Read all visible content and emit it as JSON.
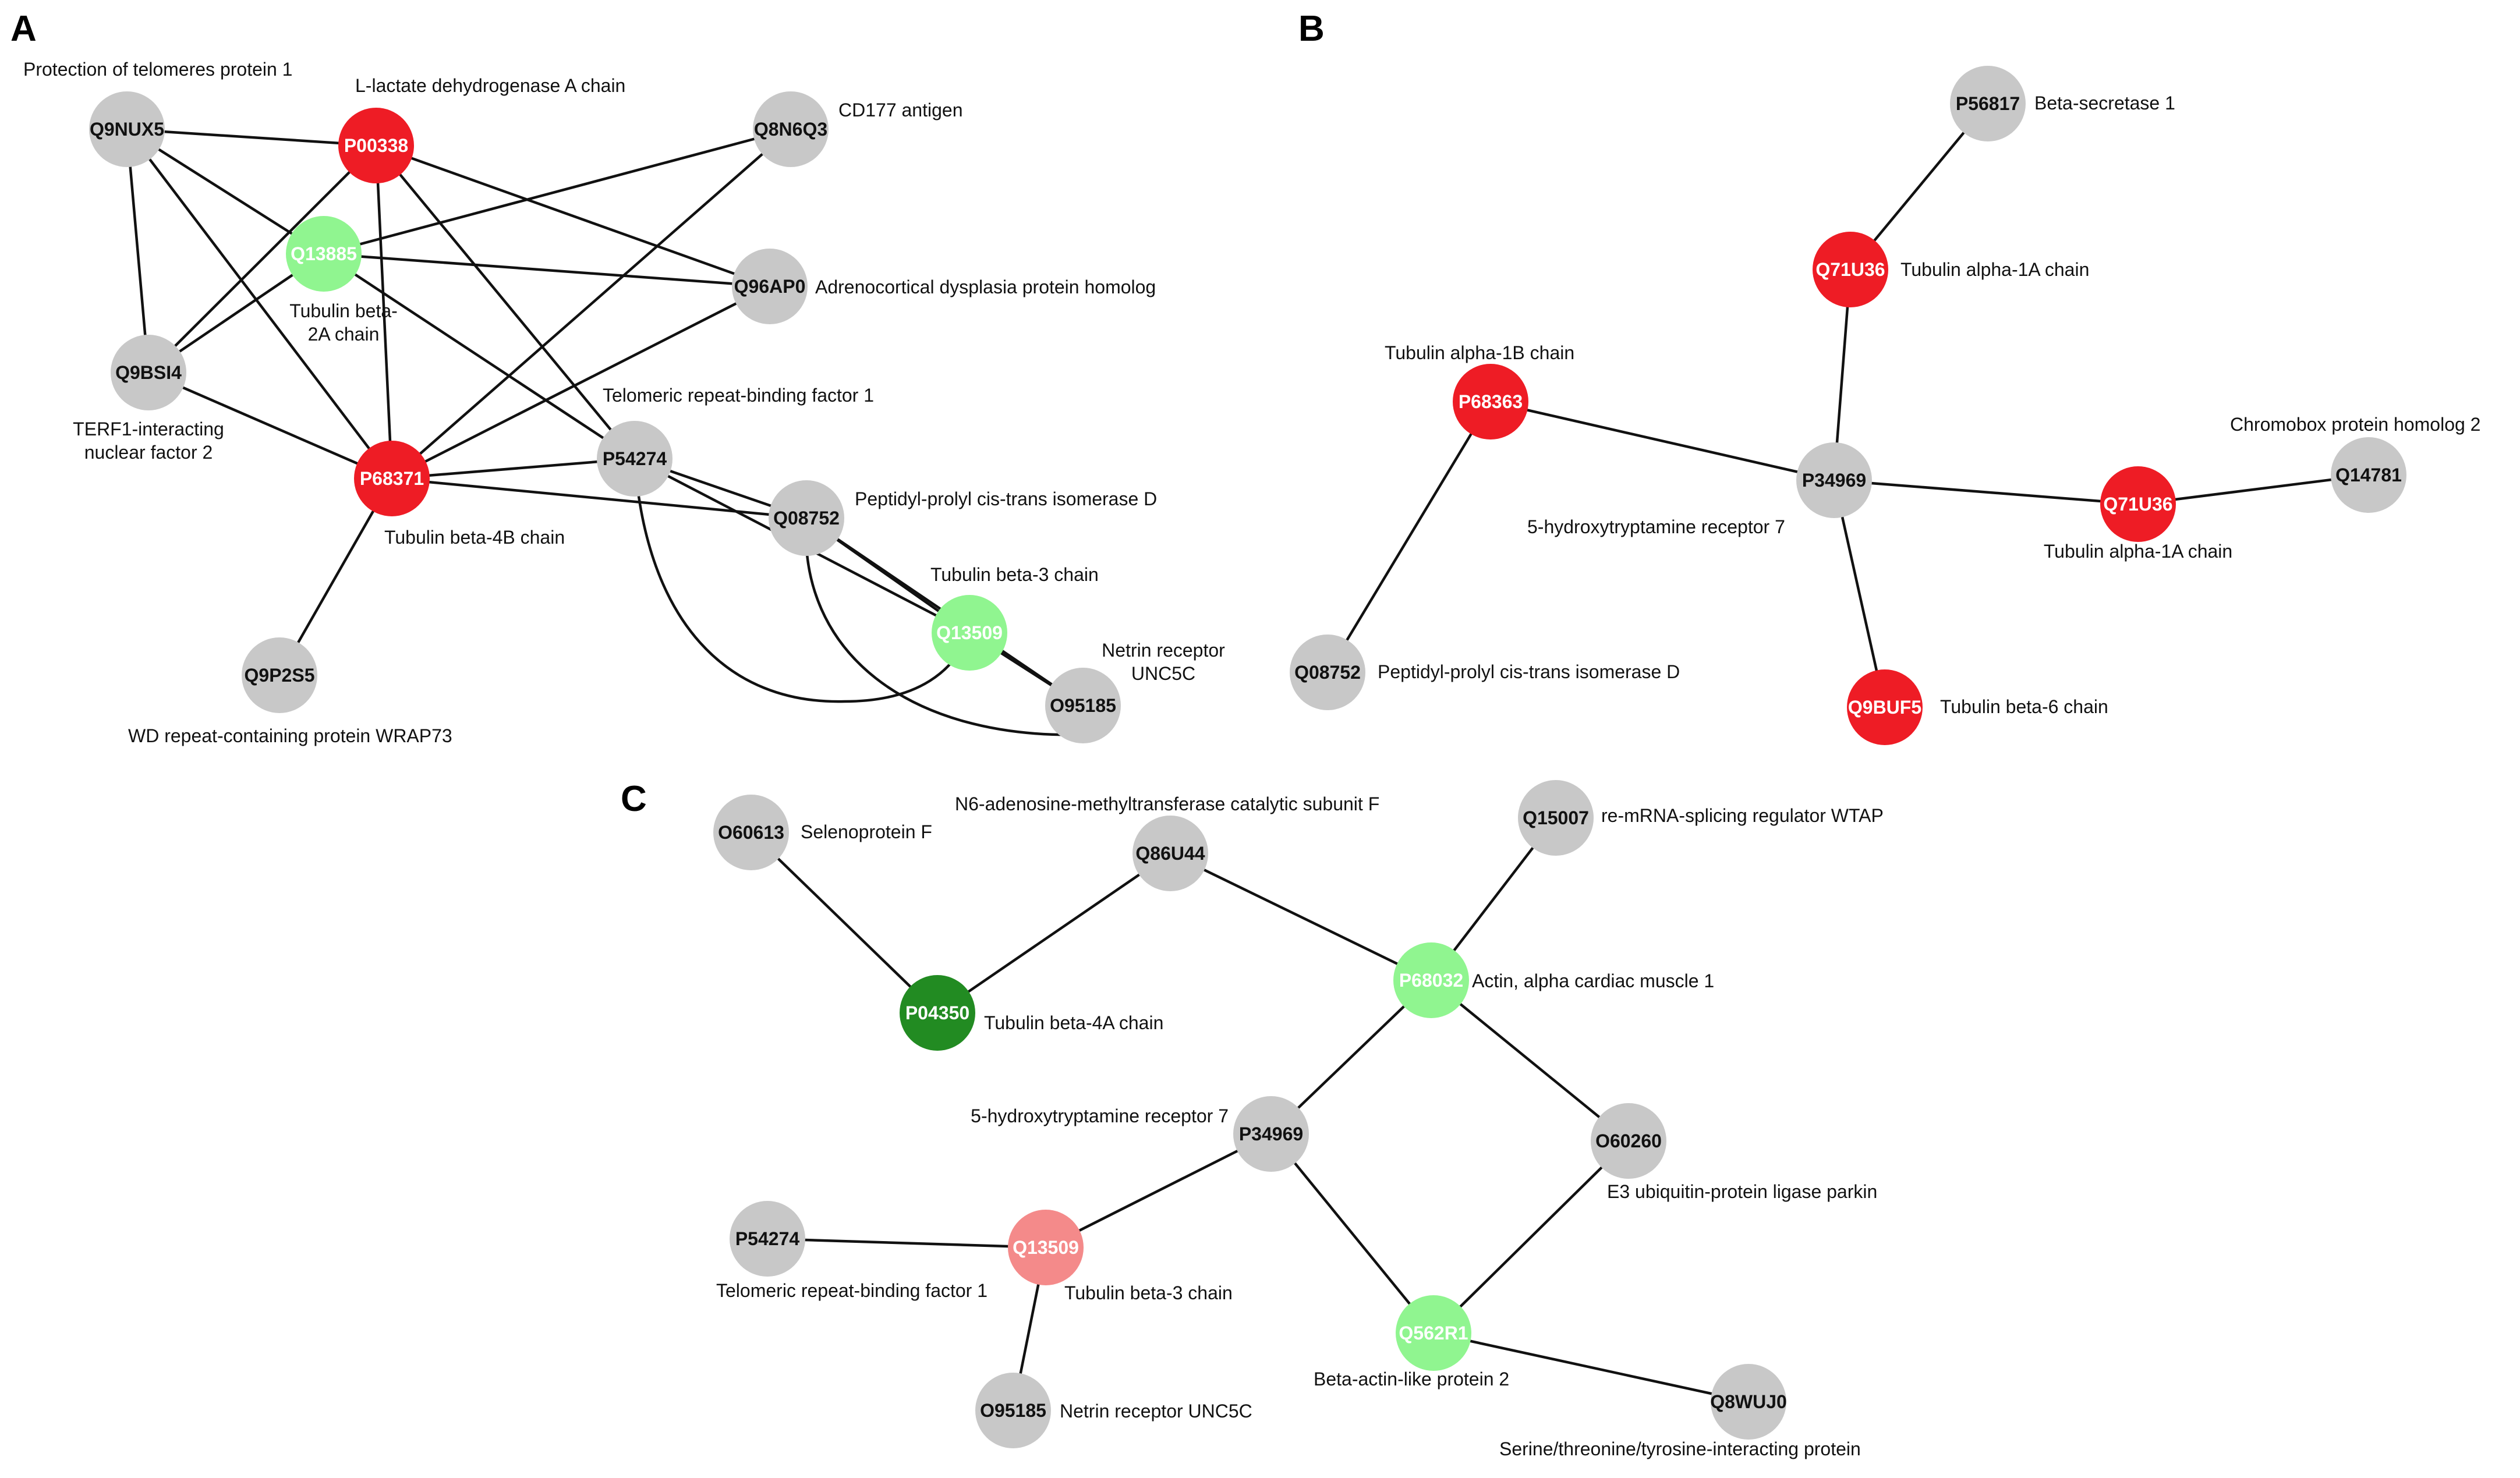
{
  "colors": {
    "red": "#ee1c25",
    "green_light": "#90f590",
    "green_dark": "#228b22",
    "pink": "#f48a8a",
    "grey": "#c8c8c8",
    "edge": "#111111"
  },
  "panels": [
    {
      "letter": "A",
      "nodes": [
        {
          "id": "Q9NUX5",
          "color": "grey",
          "label": [
            "Protection of telomeres protein 1"
          ]
        },
        {
          "id": "P00338",
          "color": "red",
          "label": [
            "L-lactate dehydrogenase A chain"
          ]
        },
        {
          "id": "Q8N6Q3",
          "color": "grey",
          "label": [
            "CD177 antigen"
          ]
        },
        {
          "id": "Q13885",
          "color": "green_light",
          "label": [
            "Tubulin beta-",
            "2A chain"
          ]
        },
        {
          "id": "Q96AP0",
          "color": "grey",
          "label": [
            "Adrenocortical dysplasia protein homolog"
          ]
        },
        {
          "id": "Q9BSI4",
          "color": "grey",
          "label": [
            "TERF1-interacting",
            "nuclear factor 2"
          ]
        },
        {
          "id": "P54274",
          "color": "grey",
          "label": [
            "Telomeric repeat-binding factor 1"
          ]
        },
        {
          "id": "P68371",
          "color": "red",
          "label": [
            "Tubulin beta-4B chain"
          ]
        },
        {
          "id": "Q08752",
          "color": "grey",
          "label": [
            "Peptidyl-prolyl cis-trans isomerase D"
          ]
        },
        {
          "id": "Q13509",
          "color": "green_light",
          "label": [
            "Tubulin beta-3 chain"
          ]
        },
        {
          "id": "O95185",
          "color": "grey",
          "label": [
            "Netrin receptor",
            "UNC5C"
          ]
        },
        {
          "id": "Q9P2S5",
          "color": "grey",
          "label": [
            "WD repeat-containing protein WRAP73"
          ]
        }
      ],
      "edges": [
        [
          "Q9NUX5",
          "P00338"
        ],
        [
          "Q9NUX5",
          "Q13885"
        ],
        [
          "Q9NUX5",
          "Q9BSI4"
        ],
        [
          "Q9NUX5",
          "P68371"
        ],
        [
          "P00338",
          "Q9BSI4"
        ],
        [
          "P00338",
          "Q96AP0"
        ],
        [
          "P00338",
          "P54274"
        ],
        [
          "P00338",
          "P68371"
        ],
        [
          "Q13885",
          "Q8N6Q3"
        ],
        [
          "Q13885",
          "Q96AP0"
        ],
        [
          "Q13885",
          "Q9BSI4"
        ],
        [
          "Q13885",
          "P54274"
        ],
        [
          "Q9BSI4",
          "P68371"
        ],
        [
          "P68371",
          "Q8N6Q3"
        ],
        [
          "P68371",
          "Q96AP0"
        ],
        [
          "P68371",
          "P54274"
        ],
        [
          "P68371",
          "Q08752"
        ],
        [
          "P68371",
          "Q9P2S5"
        ],
        [
          "P54274",
          "Q08752"
        ],
        [
          "P54274",
          "Q13509"
        ],
        [
          "Q08752",
          "Q13509"
        ],
        [
          "Q08752",
          "O95185"
        ],
        [
          "Q13509",
          "O95185"
        ]
      ]
    },
    {
      "letter": "B",
      "nodes": [
        {
          "id": "P56817",
          "color": "grey",
          "label": [
            "Beta-secretase 1"
          ]
        },
        {
          "id": "Q71U36",
          "key": "Q71U36_top",
          "color": "red",
          "label": [
            "Tubulin alpha-1A chain"
          ]
        },
        {
          "id": "P68363",
          "color": "red",
          "label": [
            "Tubulin alpha-1B chain"
          ]
        },
        {
          "id": "P34969",
          "color": "grey",
          "label": [
            "5-hydroxytryptamine receptor 7"
          ]
        },
        {
          "id": "Q71U36",
          "key": "Q71U36_right",
          "color": "red",
          "label": [
            "Tubulin alpha-1A chain"
          ]
        },
        {
          "id": "Q14781",
          "color": "grey",
          "label": [
            "Chromobox protein homolog 2"
          ]
        },
        {
          "id": "Q08752",
          "color": "grey",
          "label": [
            "Peptidyl-prolyl cis-trans isomerase D"
          ]
        },
        {
          "id": "Q9BUF5",
          "color": "red",
          "label": [
            "Tubulin beta-6 chain"
          ]
        }
      ],
      "edges": [
        [
          "P56817",
          "Q71U36_top"
        ],
        [
          "Q71U36_top",
          "P34969"
        ],
        [
          "P68363",
          "P34969"
        ],
        [
          "P68363",
          "Q08752"
        ],
        [
          "P34969",
          "Q71U36_right"
        ],
        [
          "Q71U36_right",
          "Q14781"
        ],
        [
          "P34969",
          "Q9BUF5"
        ]
      ]
    },
    {
      "letter": "C",
      "nodes": [
        {
          "id": "O60613",
          "color": "grey",
          "label": [
            "Selenoprotein F"
          ]
        },
        {
          "id": "Q86U44",
          "color": "grey",
          "label": [
            "N6-adenosine-methyltransferase catalytic subunit F"
          ]
        },
        {
          "id": "Q15007",
          "color": "grey",
          "label": [
            "re-mRNA-splicing regulator WTAP"
          ]
        },
        {
          "id": "P04350",
          "color": "green_dark",
          "label": [
            "Tubulin beta-4A chain"
          ]
        },
        {
          "id": "P68032",
          "color": "green_light",
          "label": [
            "Actin, alpha cardiac muscle 1"
          ]
        },
        {
          "id": "P34969",
          "color": "grey",
          "label": [
            "5-hydroxytryptamine receptor 7"
          ]
        },
        {
          "id": "O60260",
          "color": "grey",
          "label": [
            "E3 ubiquitin-protein ligase parkin"
          ]
        },
        {
          "id": "P54274",
          "color": "grey",
          "label": [
            "Telomeric repeat-binding factor 1"
          ]
        },
        {
          "id": "Q13509",
          "color": "pink",
          "label": [
            "Tubulin beta-3 chain"
          ]
        },
        {
          "id": "Q562R1",
          "color": "green_light",
          "label": [
            "Beta-actin-like protein 2"
          ]
        },
        {
          "id": "O95185",
          "color": "grey",
          "label": [
            "Netrin receptor UNC5C"
          ]
        },
        {
          "id": "Q8WUJ0",
          "color": "grey",
          "label": [
            "Serine/threonine/tyrosine-interacting protein"
          ]
        }
      ],
      "edges": [
        [
          "O60613",
          "P04350"
        ],
        [
          "P04350",
          "Q86U44"
        ],
        [
          "Q86U44",
          "P68032"
        ],
        [
          "Q15007",
          "P68032"
        ],
        [
          "P68032",
          "P34969"
        ],
        [
          "P68032",
          "O60260"
        ],
        [
          "P34969",
          "Q13509"
        ],
        [
          "P34969",
          "Q562R1"
        ],
        [
          "O60260",
          "Q562R1"
        ],
        [
          "P54274",
          "Q13509"
        ],
        [
          "Q13509",
          "O95185"
        ],
        [
          "Q562R1",
          "Q8WUJ0"
        ]
      ]
    }
  ]
}
